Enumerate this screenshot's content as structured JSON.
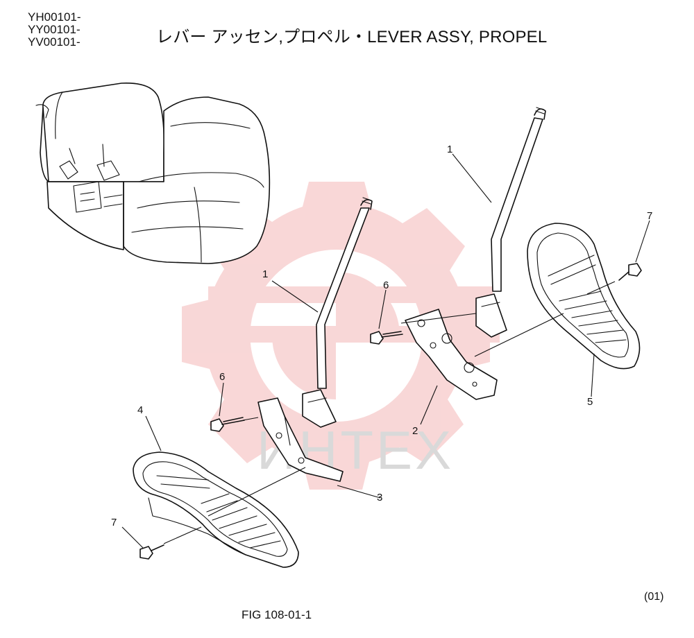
{
  "header": {
    "model_codes": [
      "YH00101-",
      "YY00101-",
      "YV00101-"
    ],
    "title": "レバー アッセン,プロペル・LEVER ASSY, PROPEL"
  },
  "footer": {
    "figure_number": "FIG 108-01-1",
    "sheet_number": "(01)"
  },
  "watermark": {
    "text": "ИНТЕХ",
    "gear_color": "#f4b7b7"
  },
  "callouts": [
    {
      "part": "lever-left",
      "label": "1"
    },
    {
      "part": "lever-right",
      "label": "1"
    },
    {
      "part": "bracket-right",
      "label": "2"
    },
    {
      "part": "bracket-left",
      "label": "3"
    },
    {
      "part": "pedal-left",
      "label": "4"
    },
    {
      "part": "pedal-right",
      "label": "5"
    },
    {
      "part": "bolt-left-bracket",
      "label": "6"
    },
    {
      "part": "bolt-right-bracket",
      "label": "6"
    },
    {
      "part": "bolt-left-pedal",
      "label": "7"
    },
    {
      "part": "bolt-right-pedal",
      "label": "7"
    }
  ]
}
